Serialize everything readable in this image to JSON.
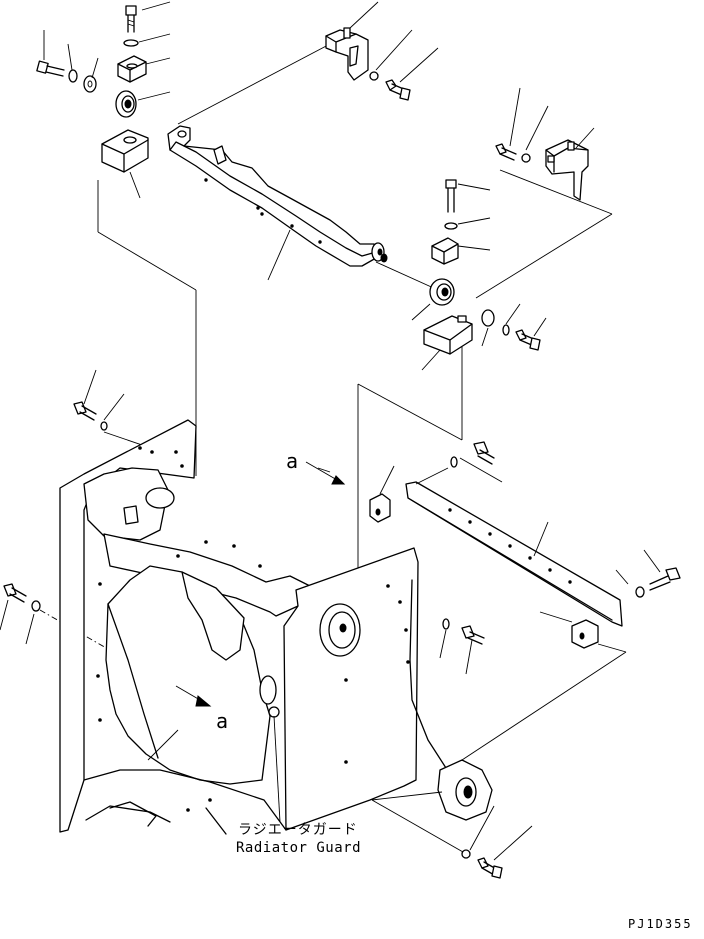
{
  "labels": {
    "guard_jp": "ラジエータガード",
    "guard_en": "Radiator Guard",
    "view_a_upper": "a",
    "view_a_lower": "a",
    "drawing_code": "PJ1D355"
  }
}
